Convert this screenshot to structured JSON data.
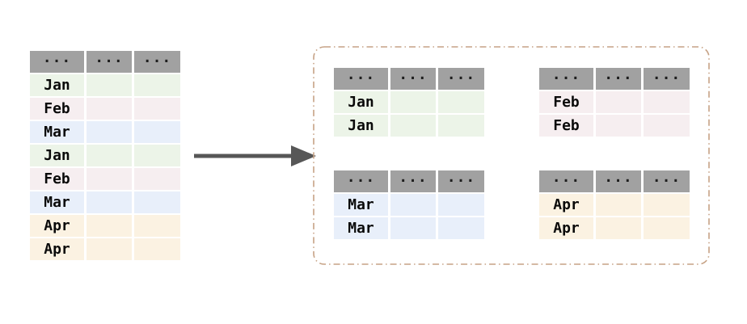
{
  "colors": {
    "background": "#ffffff",
    "header_bg": "#a1a1a1",
    "dots": "#1e1e1e",
    "text": "#0a0a0a",
    "arrow": "#575757",
    "dashed_border": "#c6a285",
    "green": "#ecf4e8",
    "pink": "#f6eef0",
    "blue": "#e8effa",
    "orange": "#fbf2e2"
  },
  "header_dots": [
    "...",
    "...",
    "..."
  ],
  "tables": {
    "source": {
      "rows": [
        {
          "label": "Jan",
          "color": "green"
        },
        {
          "label": "Feb",
          "color": "pink"
        },
        {
          "label": "Mar",
          "color": "blue"
        },
        {
          "label": "Jan",
          "color": "green"
        },
        {
          "label": "Feb",
          "color": "pink"
        },
        {
          "label": "Mar",
          "color": "blue"
        },
        {
          "label": "Apr",
          "color": "orange"
        },
        {
          "label": "Apr",
          "color": "orange"
        }
      ]
    },
    "jan": {
      "rows": [
        {
          "label": "Jan",
          "color": "green"
        },
        {
          "label": "Jan",
          "color": "green"
        }
      ]
    },
    "feb": {
      "rows": [
        {
          "label": "Feb",
          "color": "pink"
        },
        {
          "label": "Feb",
          "color": "pink"
        }
      ]
    },
    "mar": {
      "rows": [
        {
          "label": "Mar",
          "color": "blue"
        },
        {
          "label": "Mar",
          "color": "blue"
        }
      ]
    },
    "apr": {
      "rows": [
        {
          "label": "Apr",
          "color": "orange"
        },
        {
          "label": "Apr",
          "color": "orange"
        }
      ]
    }
  }
}
